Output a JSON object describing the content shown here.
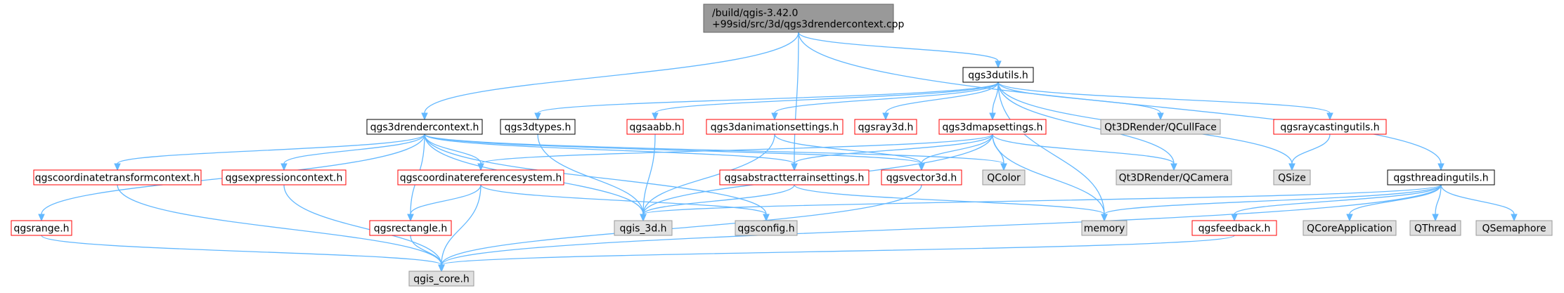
{
  "colors": {
    "edge": "#63b8ff",
    "root_fill": "#999999",
    "root_stroke": "#666666",
    "white_fill": "#ffffff",
    "black_stroke": "#000000",
    "red_stroke": "#ff0000",
    "gray_fill": "#e0e0e0",
    "gray_stroke": "#999999"
  },
  "nodes": {
    "root": {
      "lines": [
        "/build/qgis-3.42.0",
        "+99sid/src/3d/qgs3drendercontext.cpp"
      ],
      "style": "root"
    },
    "rctx_h": {
      "lines": [
        "qgs3drendercontext.h"
      ],
      "style": "plain"
    },
    "utils_h": {
      "lines": [
        "qgs3dutils.h"
      ],
      "style": "plain"
    },
    "types_h": {
      "lines": [
        "qgs3dtypes.h"
      ],
      "style": "plain"
    },
    "aabb_h": {
      "lines": [
        "qgsaabb.h"
      ],
      "style": "red"
    },
    "anim_h": {
      "lines": [
        "qgs3danimationsettings.h"
      ],
      "style": "red"
    },
    "ray3d_h": {
      "lines": [
        "qgsray3d.h"
      ],
      "style": "red"
    },
    "mapset_h": {
      "lines": [
        "qgs3dmapsettings.h"
      ],
      "style": "red"
    },
    "cullface": {
      "lines": [
        "Qt3DRender/QCullFace"
      ],
      "style": "gray"
    },
    "raycast_h": {
      "lines": [
        "qgsraycastingutils.h"
      ],
      "style": "red"
    },
    "threads_h": {
      "lines": [
        "qgsthreadingutils.h"
      ],
      "style": "plain"
    },
    "cotrans_h": {
      "lines": [
        "qgscoordinatetransformcontext.h"
      ],
      "style": "red"
    },
    "exprctx_h": {
      "lines": [
        "qgsexpressioncontext.h"
      ],
      "style": "red"
    },
    "crs_h": {
      "lines": [
        "qgscoordinatereferencesystem.h"
      ],
      "style": "red"
    },
    "terrain_h": {
      "lines": [
        "qgsabstractterrainsettings.h"
      ],
      "style": "red"
    },
    "vec3d_h": {
      "lines": [
        "qgsvector3d.h"
      ],
      "style": "red"
    },
    "qcolor": {
      "lines": [
        "QColor"
      ],
      "style": "gray"
    },
    "qcamera": {
      "lines": [
        "Qt3DRender/QCamera"
      ],
      "style": "gray"
    },
    "qsize": {
      "lines": [
        "QSize"
      ],
      "style": "gray"
    },
    "range_h": {
      "lines": [
        "qgsrange.h"
      ],
      "style": "red"
    },
    "rect_h": {
      "lines": [
        "qgsrectangle.h"
      ],
      "style": "red"
    },
    "qgis3d_h": {
      "lines": [
        "qgis_3d.h"
      ],
      "style": "gray"
    },
    "config_h": {
      "lines": [
        "qgsconfig.h"
      ],
      "style": "gray"
    },
    "memory": {
      "lines": [
        "memory"
      ],
      "style": "gray"
    },
    "feedback_h": {
      "lines": [
        "qgsfeedback.h"
      ],
      "style": "red"
    },
    "qcoreapp": {
      "lines": [
        "QCoreApplication"
      ],
      "style": "gray"
    },
    "qthread": {
      "lines": [
        "QThread"
      ],
      "style": "gray"
    },
    "qsem": {
      "lines": [
        "QSemaphore"
      ],
      "style": "gray"
    },
    "core_h": {
      "lines": [
        "qgis_core.h"
      ],
      "style": "gray"
    }
  },
  "edges": [
    [
      "root",
      "rctx_h"
    ],
    [
      "root",
      "utils_h"
    ],
    [
      "root",
      "terrain_h"
    ],
    [
      "root",
      "threads_h"
    ],
    [
      "utils_h",
      "types_h"
    ],
    [
      "utils_h",
      "aabb_h"
    ],
    [
      "utils_h",
      "anim_h"
    ],
    [
      "utils_h",
      "ray3d_h"
    ],
    [
      "utils_h",
      "mapset_h"
    ],
    [
      "utils_h",
      "cullface"
    ],
    [
      "utils_h",
      "raycast_h"
    ],
    [
      "utils_h",
      "qcamera"
    ],
    [
      "utils_h",
      "qsize"
    ],
    [
      "utils_h",
      "memory"
    ],
    [
      "rctx_h",
      "cotrans_h"
    ],
    [
      "rctx_h",
      "exprctx_h"
    ],
    [
      "rctx_h",
      "crs_h"
    ],
    [
      "rctx_h",
      "range_h"
    ],
    [
      "rctx_h",
      "rect_h"
    ],
    [
      "rctx_h",
      "qgis3d_h"
    ],
    [
      "rctx_h",
      "terrain_h"
    ],
    [
      "rctx_h",
      "vec3d_h"
    ],
    [
      "rctx_h",
      "qcolor"
    ],
    [
      "rctx_h",
      "config_h"
    ],
    [
      "types_h",
      "qgis3d_h"
    ],
    [
      "aabb_h",
      "qgis3d_h"
    ],
    [
      "anim_h",
      "qgis3d_h"
    ],
    [
      "anim_h",
      "vec3d_h"
    ],
    [
      "mapset_h",
      "crs_h"
    ],
    [
      "mapset_h",
      "terrain_h"
    ],
    [
      "mapset_h",
      "vec3d_h"
    ],
    [
      "mapset_h",
      "qcolor"
    ],
    [
      "mapset_h",
      "qcamera"
    ],
    [
      "mapset_h",
      "memory"
    ],
    [
      "mapset_h",
      "qgis3d_h"
    ],
    [
      "raycast_h",
      "qsize"
    ],
    [
      "threads_h",
      "qgis3d_h"
    ],
    [
      "threads_h",
      "memory"
    ],
    [
      "threads_h",
      "feedback_h"
    ],
    [
      "threads_h",
      "qcoreapp"
    ],
    [
      "threads_h",
      "qthread"
    ],
    [
      "threads_h",
      "qsem"
    ],
    [
      "threads_h",
      "core_h"
    ],
    [
      "cotrans_h",
      "core_h"
    ],
    [
      "exprctx_h",
      "core_h"
    ],
    [
      "crs_h",
      "rect_h"
    ],
    [
      "crs_h",
      "core_h"
    ],
    [
      "crs_h",
      "config_h"
    ],
    [
      "terrain_h",
      "qgis3d_h"
    ],
    [
      "terrain_h",
      "memory"
    ],
    [
      "vec3d_h",
      "core_h"
    ],
    [
      "range_h",
      "core_h"
    ],
    [
      "rect_h",
      "core_h"
    ],
    [
      "feedback_h",
      "core_h"
    ]
  ]
}
